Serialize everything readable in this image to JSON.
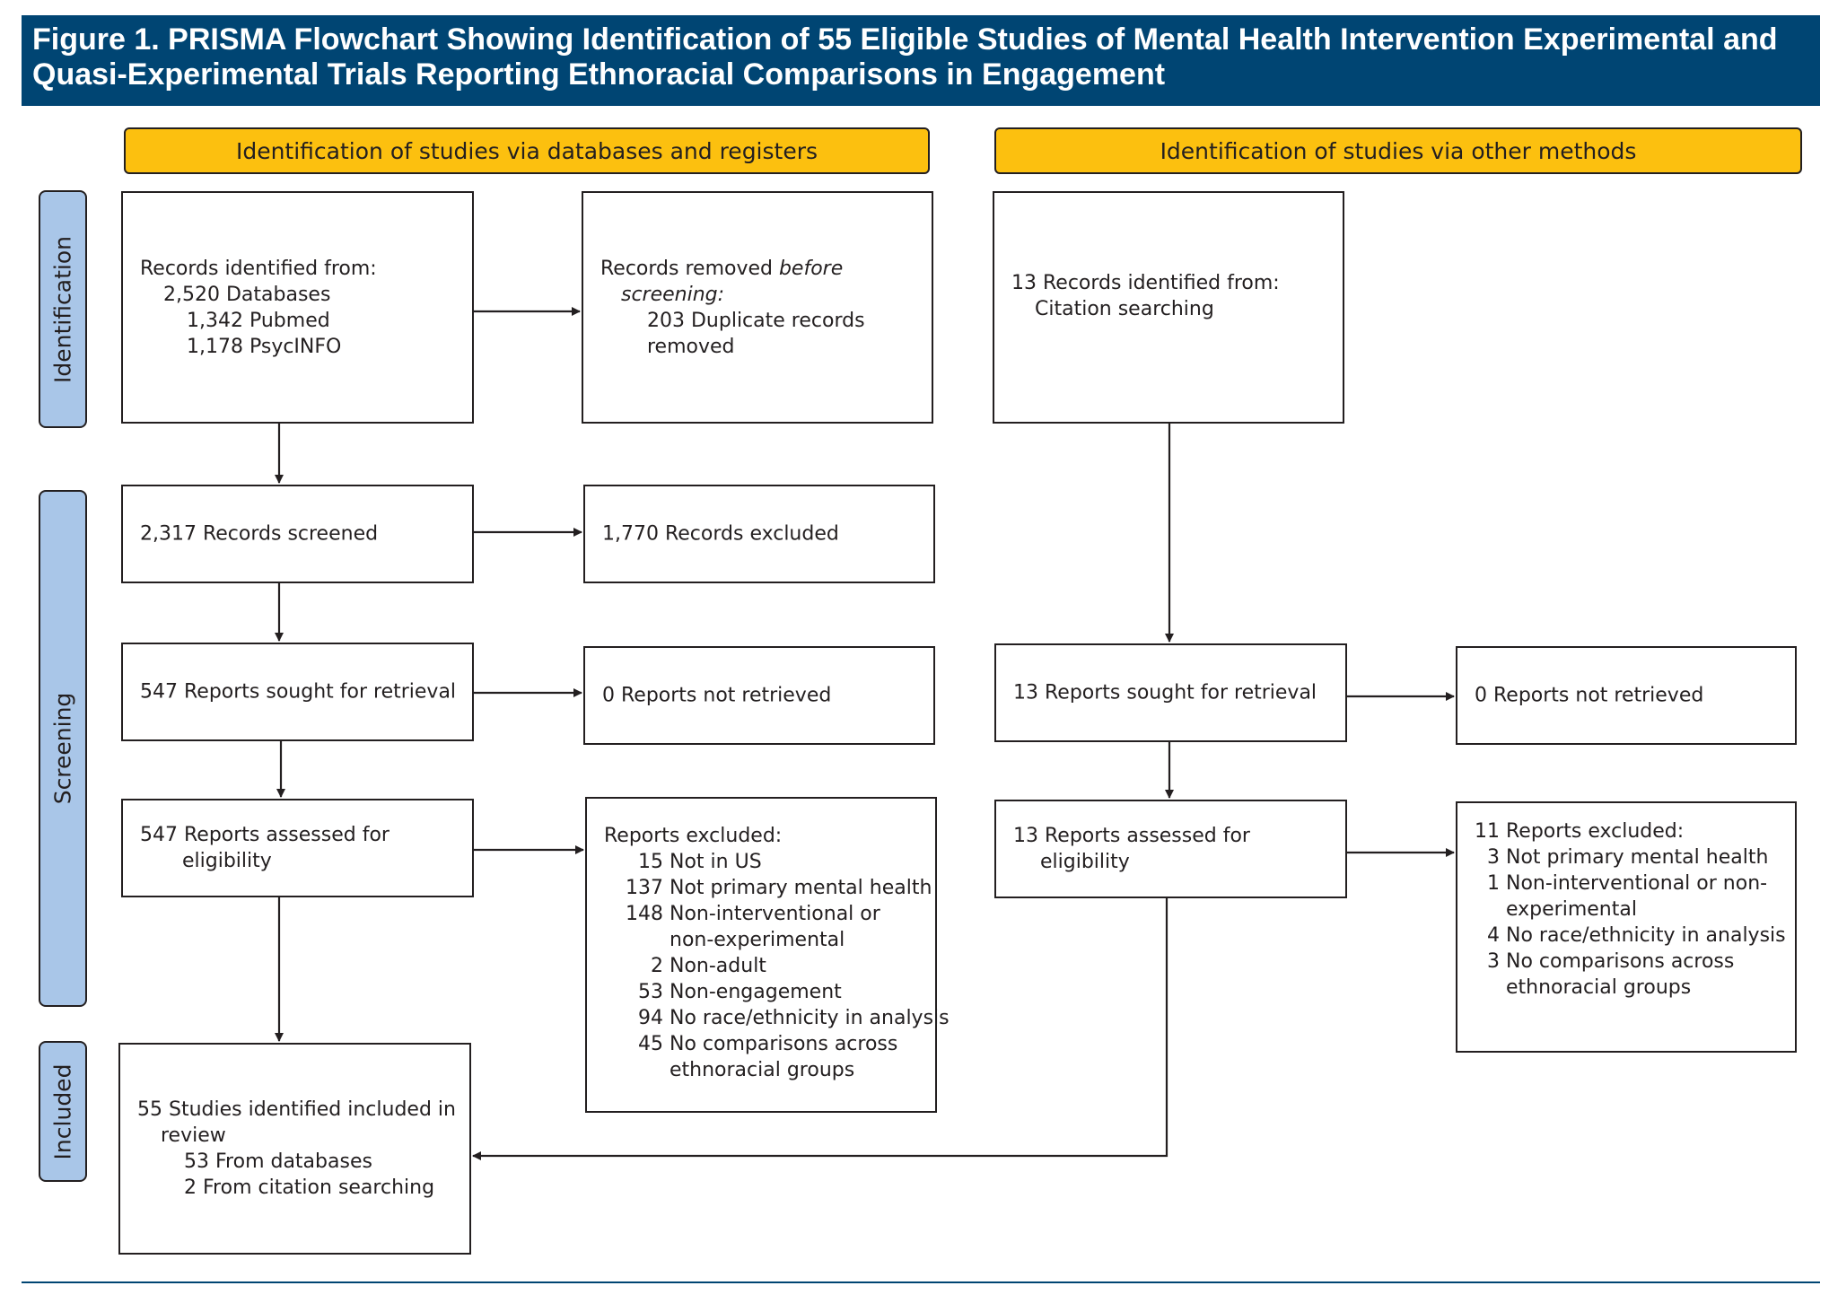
{
  "figure": {
    "title_line1": "Figure 1. PRISMA Flowchart Showing Identification of 55 Eligible Studies of Mental Health Intervention Experimental and",
    "title_line2": "Quasi-Experimental Trials Reporting Ethnoracial Comparisons in Engagement"
  },
  "headers": {
    "databases": "Identification of studies via databases and registers",
    "other": "Identification of studies via other methods"
  },
  "stages": {
    "identification": "Identification",
    "screening": "Screening",
    "included": "Included"
  },
  "db": {
    "records_identified": {
      "label": "Records identified from:",
      "databases": "2,520 Databases",
      "pubmed": "1,342 Pubmed",
      "psycinfo": "1,178 PsycINFO"
    },
    "records_removed": {
      "label_prefix": "Records removed ",
      "label_emph": "before",
      "label_emph2": "screening:",
      "duplicates_line1": "203 Duplicate records",
      "duplicates_line2": "removed"
    },
    "records_screened": "2,317 Records screened",
    "records_excluded": "1,770 Records excluded",
    "reports_sought": "547 Reports sought for retrieval",
    "reports_not_retrieved": "0 Reports not retrieved",
    "reports_assessed_line1": "547 Reports assessed for",
    "reports_assessed_line2": "eligibility",
    "reports_excluded": {
      "label": "Reports excluded:",
      "items": [
        {
          "n": "15",
          "text": "Not in US"
        },
        {
          "n": "137",
          "text": "Not primary mental health"
        },
        {
          "n": "148",
          "text": "Non-interventional or",
          "cont": "non-experimental"
        },
        {
          "n": "2",
          "text": "Non-adult"
        },
        {
          "n": "53",
          "text": "Non-engagement"
        },
        {
          "n": "94",
          "text": "No race/ethnicity in analysis"
        },
        {
          "n": "45",
          "text": "No comparisons across",
          "cont": "ethnoracial groups"
        }
      ]
    }
  },
  "other": {
    "records_identified": {
      "label": "13 Records identified from:",
      "source": "Citation searching"
    },
    "reports_sought": "13 Reports sought for retrieval",
    "reports_not_retrieved": "0 Reports not retrieved",
    "reports_assessed_line1": "13 Reports assessed for",
    "reports_assessed_line2": "eligibility",
    "reports_excluded": {
      "label": "11 Reports excluded:",
      "items": [
        {
          "n": "3",
          "text": "Not primary mental health"
        },
        {
          "n": "1",
          "text": "Non-interventional or non-",
          "cont": "experimental"
        },
        {
          "n": "4",
          "text": "No race/ethnicity in analysis"
        },
        {
          "n": "3",
          "text": "No comparisons across",
          "cont": "ethnoracial groups"
        }
      ]
    }
  },
  "included": {
    "line1": "55 Studies identified included in",
    "line2": "review",
    "from_databases": "53 From databases",
    "from_citation": "2 From citation searching"
  }
}
